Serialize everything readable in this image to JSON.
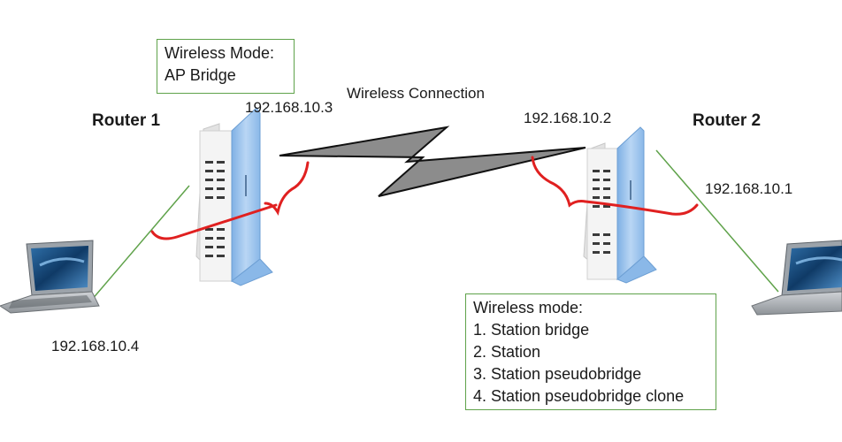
{
  "router1": {
    "name": "Router 1",
    "ip": "192.168.10.3"
  },
  "router2": {
    "name": "Router 2",
    "ip_left": "192.168.10.2",
    "ip_right": "192.168.10.1"
  },
  "laptop1": {
    "ip": "192.168.10.4"
  },
  "link": {
    "label": "Wireless Connection"
  },
  "ap_box": {
    "lines": [
      "Wireless Mode:",
      "AP Bridge"
    ]
  },
  "station_box": {
    "lines": [
      "Wireless mode:",
      "1. Station bridge",
      "2. Station",
      "3. Station pseudobridge",
      "4. Station pseudobridge clone"
    ]
  },
  "colors": {
    "wire": "#5fa24a",
    "bracket": "#e02020",
    "bolt_fill": "#8c8c8c",
    "router_body": "#f2f2f2",
    "router_side": "#9fc4ec"
  },
  "icons": [
    "router-icon",
    "laptop-icon",
    "lightning-bolt-icon"
  ]
}
